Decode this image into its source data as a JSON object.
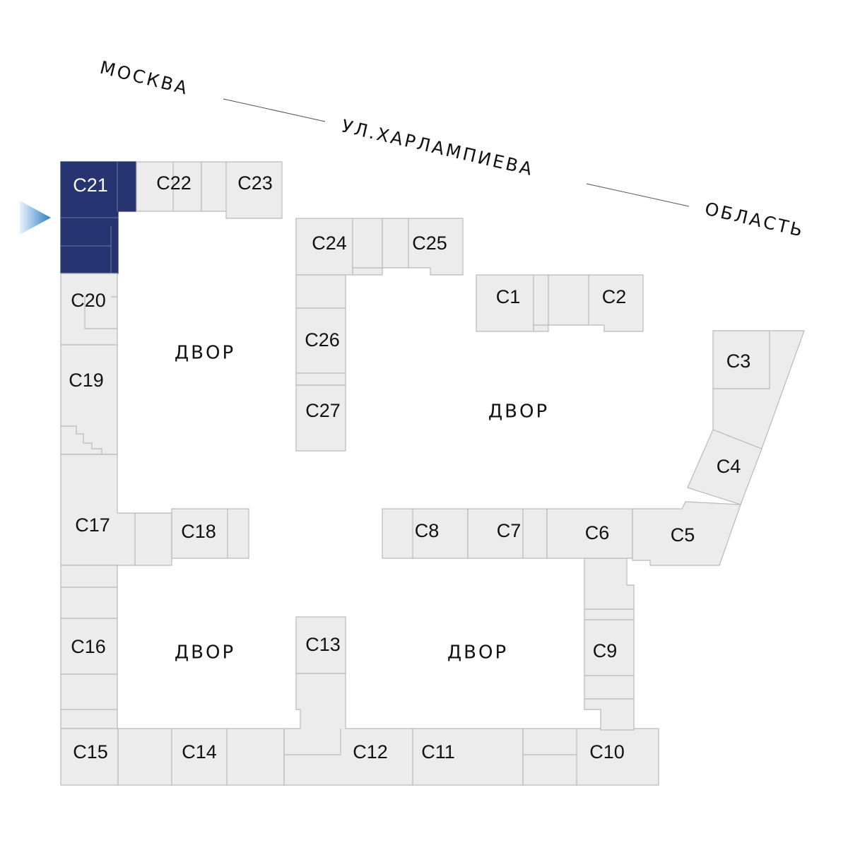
{
  "street": {
    "part1": "МОСКВА",
    "part2": "УЛ.ХАРЛАМПИЕВА",
    "part3": "ОБЛАСТЬ"
  },
  "yard_label": "ДВОР",
  "sections": {
    "c1": "С1",
    "c2": "С2",
    "c3": "С3",
    "c4": "С4",
    "c5": "С5",
    "c6": "С6",
    "c7": "С7",
    "c8": "С8",
    "c9": "С9",
    "c10": "С10",
    "c11": "С11",
    "c12": "С12",
    "c13": "С13",
    "c14": "С14",
    "c15": "С15",
    "c16": "С16",
    "c17": "С17",
    "c18": "С18",
    "c19": "С19",
    "c20": "С20",
    "c21": "С21",
    "c22": "С22",
    "c23": "С23",
    "c24": "С24",
    "c25": "С25",
    "c26": "С26",
    "c27": "С27"
  },
  "selected_section": "С21",
  "colors": {
    "selected": "#263571",
    "block": "#ececec",
    "block_stroke": "#b9b9b9",
    "arrow_start": "#2b7fc4",
    "arrow_end": "#e9f3fb"
  },
  "icons": {
    "pointer": "selected-section-pointer-arrow"
  }
}
